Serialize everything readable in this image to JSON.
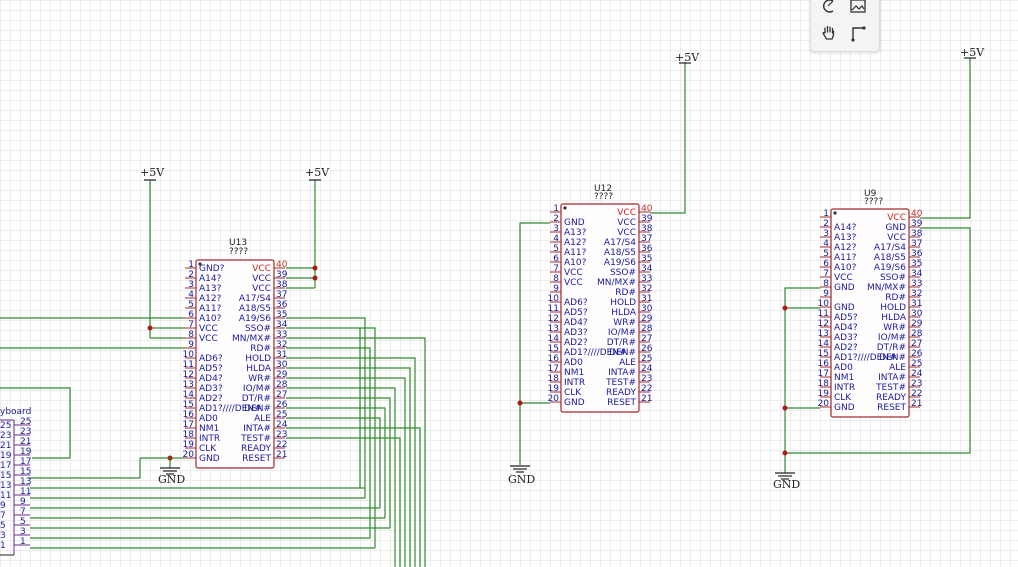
{
  "power": {
    "vcc_label": "+5V",
    "gnd_label": "GND"
  },
  "u13": {
    "ref": "U13",
    "value": "????"
  },
  "u12": {
    "ref": "U12",
    "value": "????"
  },
  "u9": {
    "ref": "U9",
    "value": "????"
  },
  "keyboard": {
    "label": "yboard",
    "pins": [
      "25",
      "23",
      "21",
      "19",
      "17",
      "15",
      "13",
      "11",
      "9",
      "7",
      "5",
      "3",
      "1"
    ]
  },
  "u13_left": [
    [
      "1",
      "GND?"
    ],
    [
      "2",
      "A14?"
    ],
    [
      "3",
      "A13?"
    ],
    [
      "4",
      "A12?"
    ],
    [
      "5",
      "A11?"
    ],
    [
      "6",
      "A10?"
    ],
    [
      "7",
      "VCC"
    ],
    [
      "8",
      "VCC"
    ],
    [
      "9",
      ""
    ],
    [
      "10",
      "AD6?"
    ],
    [
      "11",
      "AD5?"
    ],
    [
      "12",
      "AD4?"
    ],
    [
      "13",
      "AD3?"
    ],
    [
      "14",
      "AD2?"
    ],
    [
      "15",
      "AD1?////DEN#"
    ],
    [
      "16",
      "AD0"
    ],
    [
      "17",
      "NM1"
    ],
    [
      "18",
      "INTR"
    ],
    [
      "19",
      "CLK"
    ],
    [
      "20",
      "GND"
    ]
  ],
  "u13_right": [
    [
      "40",
      "VCC"
    ],
    [
      "39",
      "VCC"
    ],
    [
      "38",
      "VCC"
    ],
    [
      "37",
      "A17/S4"
    ],
    [
      "36",
      "A18/S5"
    ],
    [
      "35",
      "A19/S6"
    ],
    [
      "34",
      "SSO#"
    ],
    [
      "33",
      "MN/MX#"
    ],
    [
      "32",
      "RD#"
    ],
    [
      "31",
      "HOLD"
    ],
    [
      "30",
      "HLDA"
    ],
    [
      "29",
      "WR#"
    ],
    [
      "28",
      "IO/M#"
    ],
    [
      "27",
      "DT/R#"
    ],
    [
      "26",
      "DEN#"
    ],
    [
      "25",
      "ALE"
    ],
    [
      "24",
      "INTA#"
    ],
    [
      "23",
      "TEST#"
    ],
    [
      "22",
      "READY"
    ],
    [
      "21",
      "RESET"
    ]
  ],
  "u12_left": [
    [
      "1",
      ""
    ],
    [
      "2",
      "GND"
    ],
    [
      "3",
      "A13?"
    ],
    [
      "4",
      "A12?"
    ],
    [
      "5",
      "A11?"
    ],
    [
      "6",
      "A10?"
    ],
    [
      "7",
      "VCC"
    ],
    [
      "8",
      "VCC"
    ],
    [
      "9",
      ""
    ],
    [
      "10",
      "AD6?"
    ],
    [
      "11",
      "AD5?"
    ],
    [
      "12",
      "AD4?"
    ],
    [
      "13",
      "AD3?"
    ],
    [
      "14",
      "AD2?"
    ],
    [
      "15",
      "AD1?////DEN#"
    ],
    [
      "16",
      "AD0"
    ],
    [
      "17",
      "NM1"
    ],
    [
      "18",
      "INTR"
    ],
    [
      "19",
      "CLK"
    ],
    [
      "20",
      "GND"
    ]
  ],
  "u12_right": [
    [
      "40",
      "VCC"
    ],
    [
      "39",
      "VCC"
    ],
    [
      "38",
      "VCC"
    ],
    [
      "37",
      "A17/S4"
    ],
    [
      "36",
      "A18/S5"
    ],
    [
      "35",
      "A19/S6"
    ],
    [
      "34",
      "SSO#"
    ],
    [
      "33",
      "MN/MX#"
    ],
    [
      "32",
      "RD#"
    ],
    [
      "31",
      "HOLD"
    ],
    [
      "30",
      "HLDA"
    ],
    [
      "29",
      "WR#"
    ],
    [
      "28",
      "IO/M#"
    ],
    [
      "27",
      "DT/R#"
    ],
    [
      "26",
      "DEN#"
    ],
    [
      "25",
      "ALE"
    ],
    [
      "24",
      "INTA#"
    ],
    [
      "23",
      "TEST#"
    ],
    [
      "22",
      "READY"
    ],
    [
      "21",
      "RESET"
    ]
  ],
  "u9_left": [
    [
      "1",
      ""
    ],
    [
      "2",
      "A14?"
    ],
    [
      "3",
      "A13?"
    ],
    [
      "4",
      "A12?"
    ],
    [
      "5",
      "A11?"
    ],
    [
      "6",
      "A10?"
    ],
    [
      "7",
      "VCC"
    ],
    [
      "8",
      "GND"
    ],
    [
      "9",
      ""
    ],
    [
      "10",
      "GND"
    ],
    [
      "11",
      "AD5?"
    ],
    [
      "12",
      "AD4?"
    ],
    [
      "13",
      "AD3?"
    ],
    [
      "14",
      "AD2?"
    ],
    [
      "15",
      "AD1?////DEN#"
    ],
    [
      "16",
      "AD0"
    ],
    [
      "17",
      "NM1"
    ],
    [
      "18",
      "INTR"
    ],
    [
      "19",
      "CLK"
    ],
    [
      "20",
      "GND"
    ]
  ],
  "u9_right": [
    [
      "40",
      "VCC"
    ],
    [
      "39",
      "GND"
    ],
    [
      "38",
      "VCC"
    ],
    [
      "37",
      "A17/S4"
    ],
    [
      "36",
      "A18/S5"
    ],
    [
      "35",
      "A19/S6"
    ],
    [
      "34",
      "SSO#"
    ],
    [
      "33",
      "MN/MX#"
    ],
    [
      "32",
      "RD#"
    ],
    [
      "31",
      "HOLD"
    ],
    [
      "30",
      "HLDA"
    ],
    [
      "29",
      "WR#"
    ],
    [
      "28",
      "IO/M#"
    ],
    [
      "27",
      "DT/R#"
    ],
    [
      "26",
      "DEN#"
    ],
    [
      "25",
      "ALE"
    ],
    [
      "24",
      "INTA#"
    ],
    [
      "23",
      "TEST#"
    ],
    [
      "22",
      "READY"
    ],
    [
      "21",
      "RESET"
    ]
  ],
  "toolbar": {
    "icons": [
      "arc-tool-icon",
      "image-tool-icon",
      "pan-hand-icon",
      "wire-tool-icon"
    ]
  }
}
